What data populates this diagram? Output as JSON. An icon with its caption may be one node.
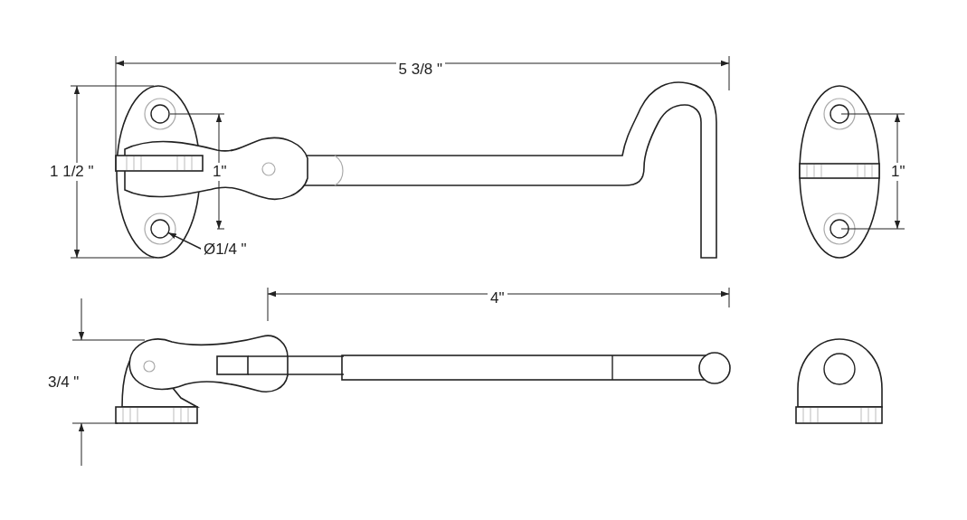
{
  "diagram": {
    "nodes": [
      {
        "text": [
          "Ø1/4 \""
        ]
      },
      {
        "text": [],
        "shape": "circle"
      }
    ],
    "edges": [
      {
        "from": 0,
        "to": 1,
        "arrow": "to"
      }
    ],
    "labels": [
      "5 3/8 \"",
      "1 1/2 \"",
      "1\"",
      "1\"",
      "4\"",
      "3/4 \""
    ]
  }
}
